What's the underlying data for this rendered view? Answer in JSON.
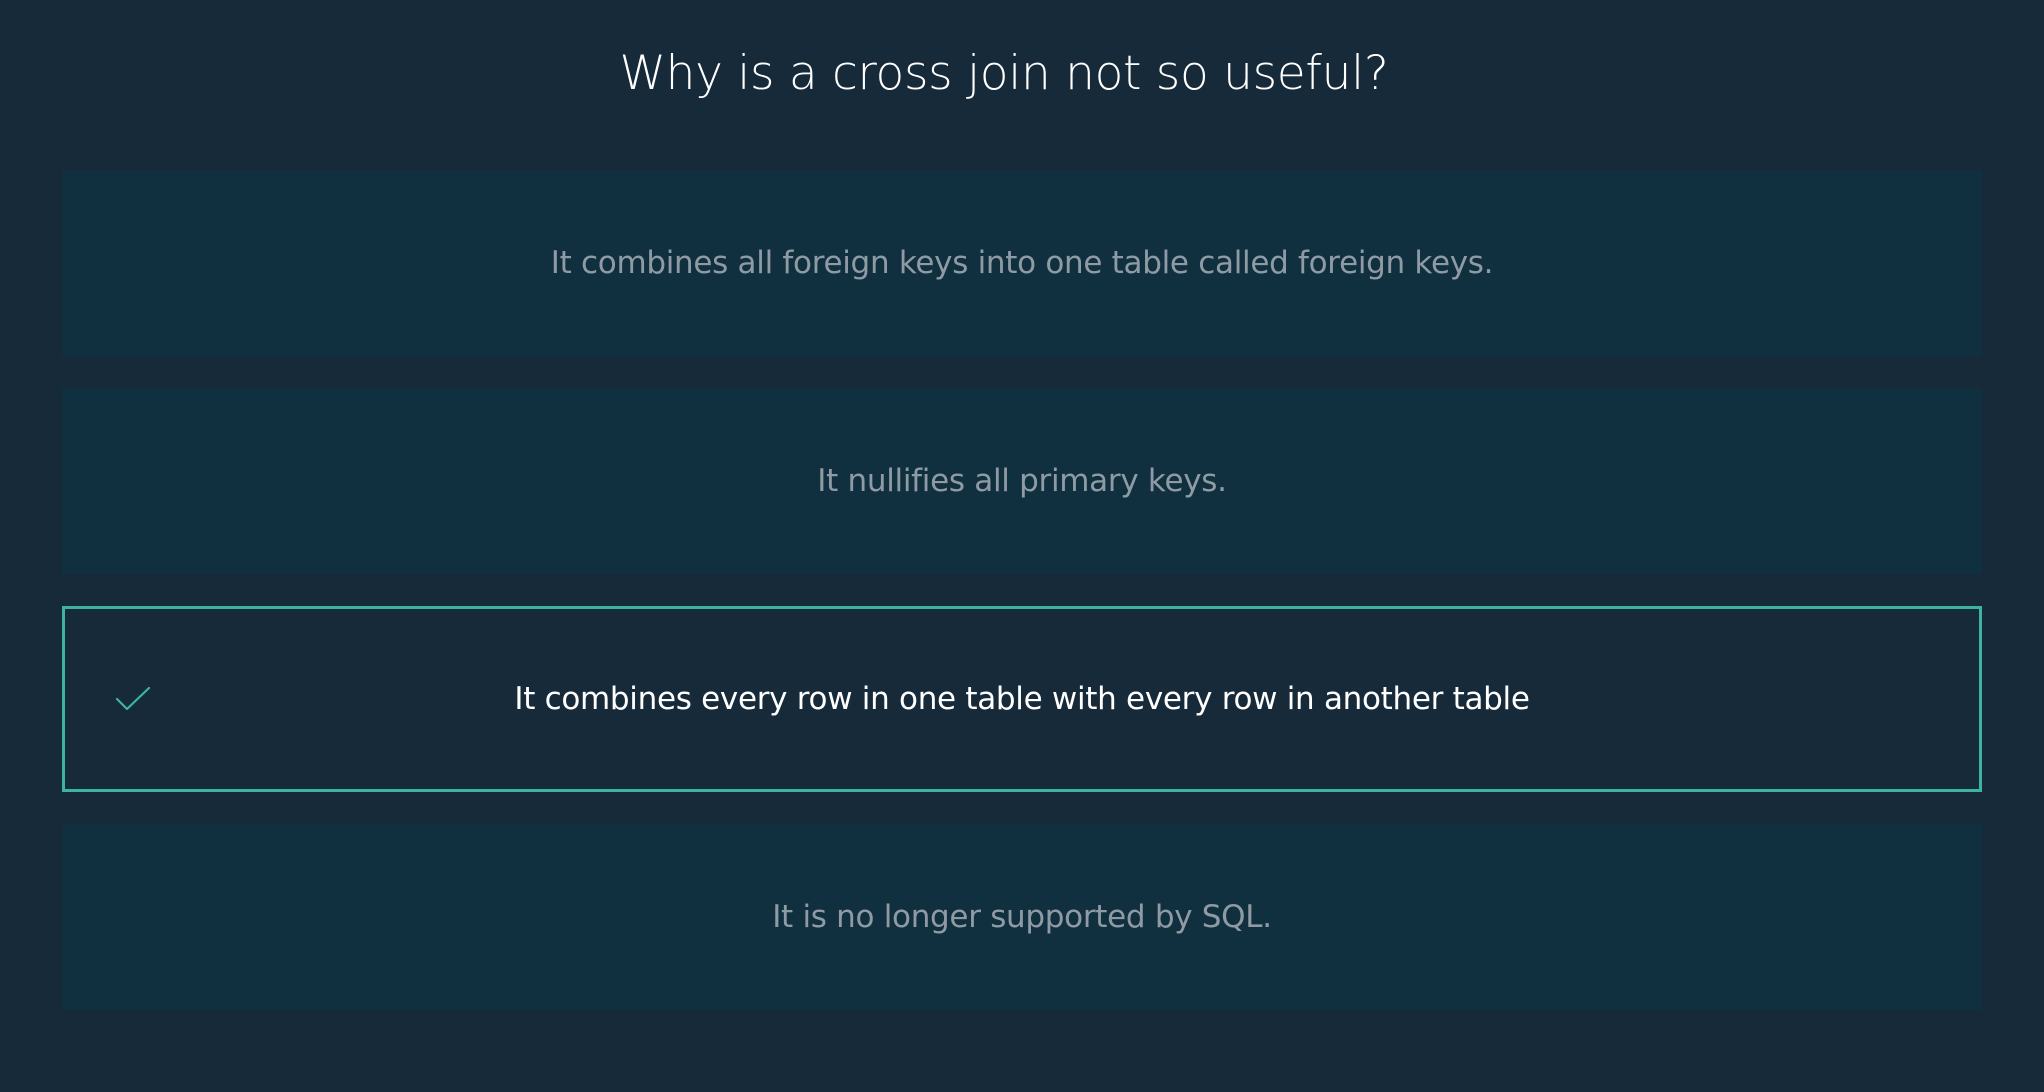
{
  "quiz": {
    "question": "Why is a cross join not so useful?",
    "options": [
      {
        "label": "It combines all foreign keys into one table called foreign keys.",
        "selected": false
      },
      {
        "label": "It nullifies all primary keys.",
        "selected": false
      },
      {
        "label": "It combines every row in one table with every row in another table",
        "selected": true
      },
      {
        "label": "It is no longer supported by SQL.",
        "selected": false
      }
    ]
  },
  "icons": {
    "selected_marker": "checkmark-icon"
  },
  "colors": {
    "background": "#162a3a",
    "option_background": "#11303f",
    "accent": "#3bb59d",
    "option_text": "#8f9ba4",
    "selected_text": "#ffffff"
  }
}
